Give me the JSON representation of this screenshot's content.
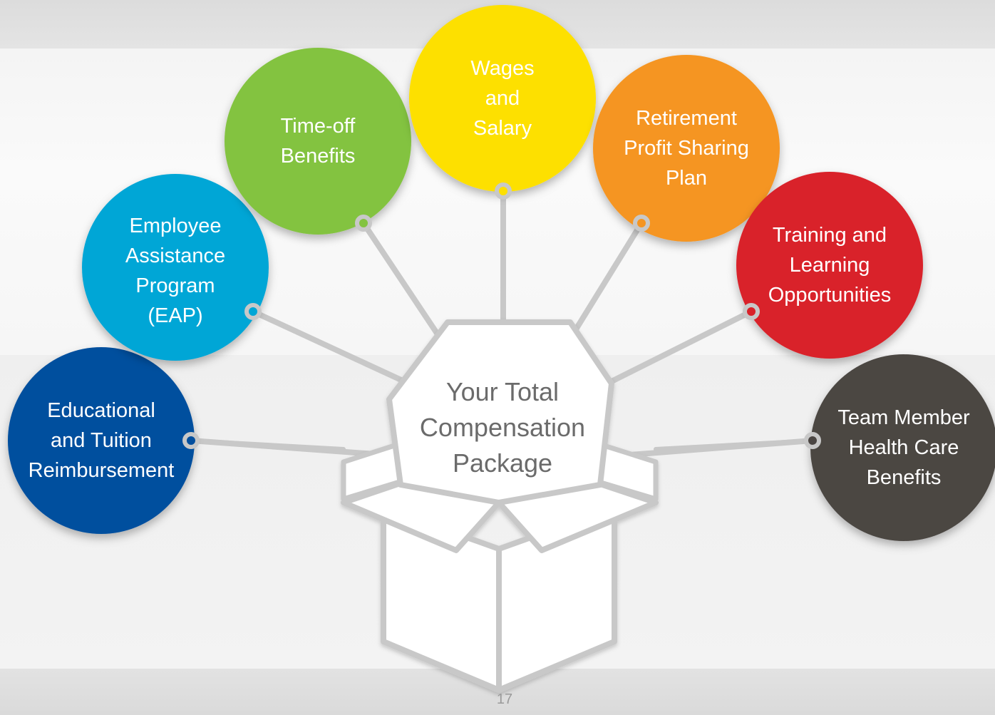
{
  "center": {
    "label": "Your Total\nCompensation\nPackage"
  },
  "items": [
    {
      "label": "Educational\nand Tuition\nReimbursement",
      "color": "#034f9e"
    },
    {
      "label": "Employee\nAssistance\nProgram\n(EAP)",
      "color": "#00a6d6"
    },
    {
      "label": "Time-off\nBenefits",
      "color": "#83c341"
    },
    {
      "label": "Wages\nand\nSalary",
      "color": "#fde000"
    },
    {
      "label": "Retirement\nProfit Sharing\nPlan",
      "color": "#f59522"
    },
    {
      "label": "Training and\nLearning\nOpportunities",
      "color": "#d9222a"
    },
    {
      "label": "Team Member\nHealth Care\nBenefits",
      "color": "#4b4643"
    }
  ],
  "page_number": "17"
}
